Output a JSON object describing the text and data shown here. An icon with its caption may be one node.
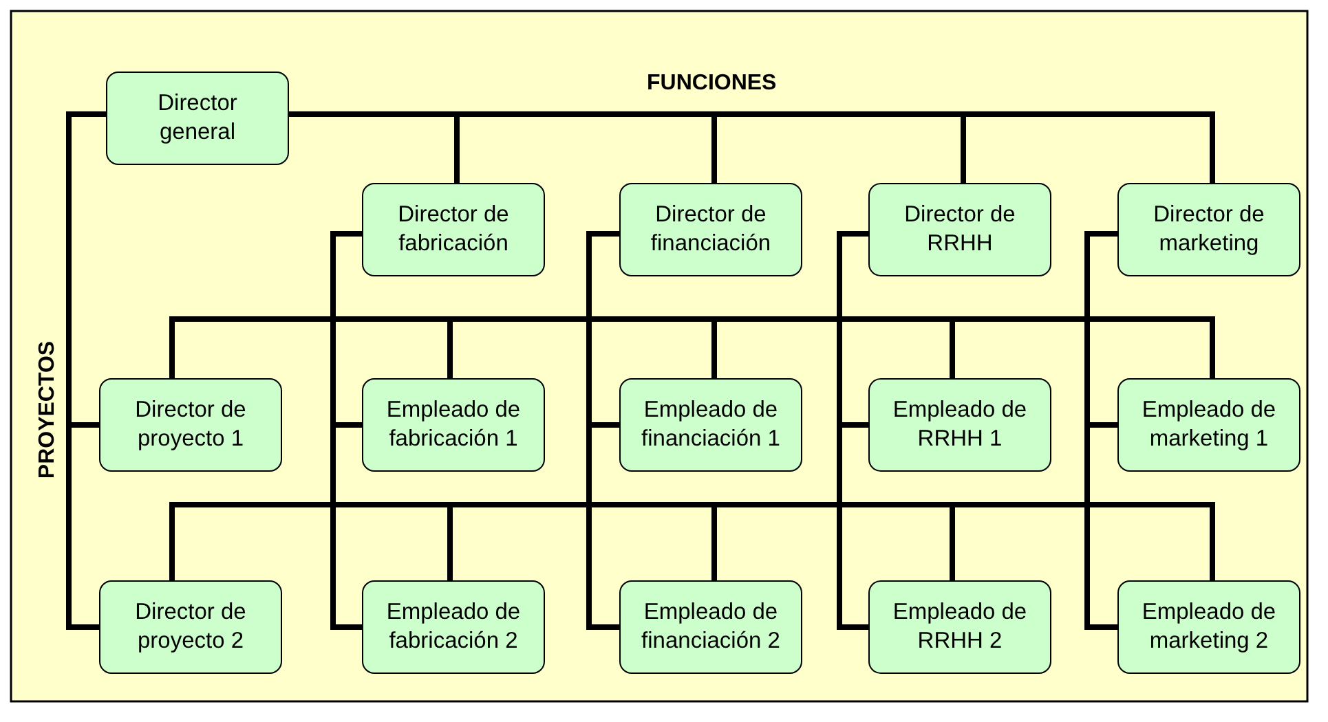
{
  "diagram": {
    "nodes": [
      {
        "text": [
          "Director general"
        ]
      },
      {
        "text": [
          "Director de fabricación"
        ]
      },
      {
        "text": [
          "Director de financiación"
        ]
      },
      {
        "text": [
          "Director de RRHH"
        ]
      },
      {
        "text": [
          "Director de marketing"
        ]
      },
      {
        "text": [
          "Director de proyecto 1"
        ]
      },
      {
        "text": [
          "Empleado de fabricación 1"
        ]
      },
      {
        "text": [
          "Empleado de financiación 1"
        ]
      },
      {
        "text": [
          "Empleado de RRHH 1"
        ]
      },
      {
        "text": [
          "Empleado de marketing 1"
        ]
      },
      {
        "text": [
          "Director de proyecto 2"
        ]
      },
      {
        "text": [
          "Empleado de fabricación 2"
        ]
      },
      {
        "text": [
          "Empleado de financiación 2"
        ]
      },
      {
        "text": [
          "Empleado de RRHH 2"
        ]
      },
      {
        "text": [
          "Empleado de marketing 2"
        ]
      }
    ],
    "edges": [
      {
        "from": 0,
        "to": 1,
        "arrow": "none"
      },
      {
        "from": 0,
        "to": 2,
        "arrow": "none"
      },
      {
        "from": 0,
        "to": 3,
        "arrow": "none"
      },
      {
        "from": 0,
        "to": 4,
        "arrow": "none"
      },
      {
        "from": 0,
        "to": 5,
        "arrow": "none"
      },
      {
        "from": 0,
        "to": 10,
        "arrow": "none"
      },
      {
        "from": 1,
        "to": 6,
        "arrow": "none"
      },
      {
        "from": 1,
        "to": 11,
        "arrow": "none"
      },
      {
        "from": 2,
        "to": 7,
        "arrow": "none"
      },
      {
        "from": 2,
        "to": 12,
        "arrow": "none"
      },
      {
        "from": 3,
        "to": 8,
        "arrow": "none"
      },
      {
        "from": 3,
        "to": 13,
        "arrow": "none"
      },
      {
        "from": 4,
        "to": 9,
        "arrow": "none"
      },
      {
        "from": 4,
        "to": 14,
        "arrow": "none"
      },
      {
        "from": 5,
        "to": 6,
        "arrow": "none"
      },
      {
        "from": 5,
        "to": 7,
        "arrow": "none"
      },
      {
        "from": 5,
        "to": 8,
        "arrow": "none"
      },
      {
        "from": 5,
        "to": 9,
        "arrow": "none"
      },
      {
        "from": 10,
        "to": 11,
        "arrow": "none"
      },
      {
        "from": 10,
        "to": 12,
        "arrow": "none"
      },
      {
        "from": 10,
        "to": 13,
        "arrow": "none"
      },
      {
        "from": 10,
        "to": 14,
        "arrow": "none"
      }
    ],
    "labels": [
      "FUNCIONES",
      "PROYECTOS"
    ]
  }
}
